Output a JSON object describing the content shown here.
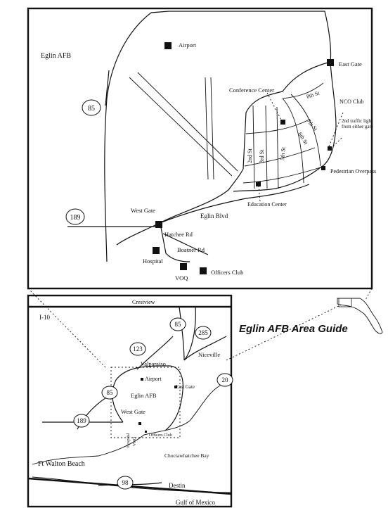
{
  "title": "Eglin AFB Area Guide",
  "detail_map": {
    "region": "Eglin AFB",
    "pois": [
      "Airport",
      "East Gate",
      "Conference Center",
      "NCO Club",
      "West Gate",
      "Hospital",
      "VOQ",
      "Officers Club",
      "Education Center",
      "Pedestrian Overpass"
    ],
    "streets": [
      "8th St",
      "7th St",
      "6th St",
      "5th St",
      "3rd St",
      "2nd St",
      "Eglin Blvd",
      "Hatchee Rd",
      "Boatner Rd"
    ],
    "annotation": "2nd traffic light from either gate",
    "shields": [
      "85",
      "189"
    ]
  },
  "area_map": {
    "places": [
      "Crestview",
      "I-10",
      "Valparaiso",
      "Niceville",
      "Airport",
      "East Gate",
      "Eglin AFB",
      "West Gate",
      "Ft Walton Beach",
      "Choctawhatchee Bay",
      "Destin",
      "Gulf of Mexico",
      "Hospital",
      "VOQ",
      "Officers Club"
    ],
    "shields": [
      "85",
      "285",
      "123",
      "20",
      "85",
      "189",
      "98"
    ]
  }
}
